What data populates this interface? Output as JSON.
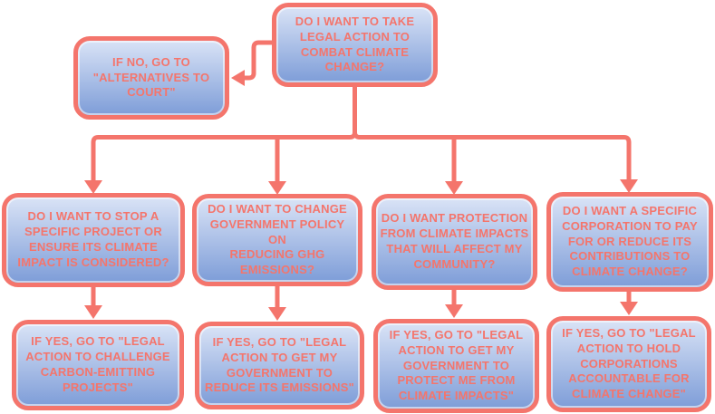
{
  "colors": {
    "line": "#F4756C",
    "text": "#F4756C",
    "node_fill_top": "#D9E3F6",
    "node_fill_bottom": "#7E9DD8",
    "background": "#FFFFFF"
  },
  "nodes": {
    "root": {
      "text": "DO I WANT TO TAKE\nLEGAL ACTION TO\nCOMBAT CLIMATE\nCHANGE?"
    },
    "alternatives": {
      "text": "IF NO, GO TO\n\"ALTERNATIVES TO\nCOURT\""
    },
    "q_project": {
      "text": "DO I WANT TO STOP A\nSPECIFIC PROJECT OR\nENSURE ITS CLIMATE\nIMPACT IS CONSIDERED?"
    },
    "q_policy": {
      "text": "DO I WANT TO CHANGE\nGOVERNMENT POLICY ON\nREDUCING GHG\nEMISSIONS?"
    },
    "q_protection": {
      "text": "DO I WANT PROTECTION\nFROM CLIMATE IMPACTS\nTHAT WILL AFFECT MY\nCOMMUNITY?"
    },
    "q_corporation": {
      "text": "DO I WANT A SPECIFIC\nCORPORATION TO PAY\nFOR OR REDUCE ITS\nCONTRIBUTIONS TO\nCLIMATE CHANGE?"
    },
    "a_projects": {
      "text": "IF YES, GO TO \"LEGAL\nACTION TO CHALLENGE\nCARBON-EMITTING\nPROJECTS\""
    },
    "a_emissions": {
      "text": "IF YES, GO TO \"LEGAL\nACTION TO GET MY\nGOVERNMENT TO\nREDUCE ITS EMISSIONS\""
    },
    "a_protect": {
      "text": "IF YES, GO TO \"LEGAL\nACTION TO GET MY\nGOVERNMENT TO\nPROTECT ME FROM\nCLIMATE IMPACTS\""
    },
    "a_corporations": {
      "text": "IF YES, GO TO \"LEGAL\nACTION TO HOLD\nCORPORATIONS\nACCOUNTABLE FOR\nCLIMATE CHANGE\""
    }
  }
}
